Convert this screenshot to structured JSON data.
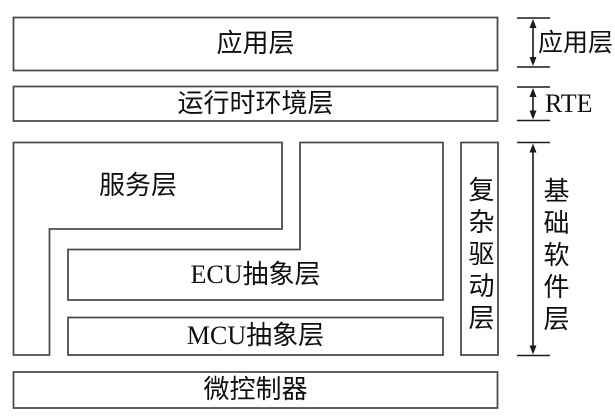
{
  "layers": {
    "application": "应用层",
    "runtime_environment": "运行时环境层",
    "services": "服务层",
    "ecu_abstraction": "ECU抽象层",
    "mcu_abstraction": "MCU抽象层",
    "complex_drivers": "复杂驱动层",
    "microcontroller": "微控制器"
  },
  "annotations": {
    "application_bracket": "应用层",
    "rte_bracket": "RTE",
    "basic_software_bracket": "基础软件层"
  },
  "colors": {
    "box_stroke": "#4c4c4c",
    "arrow_stroke": "#1a1a1a",
    "text": "#0f0f0f",
    "background": "#ffffff"
  }
}
